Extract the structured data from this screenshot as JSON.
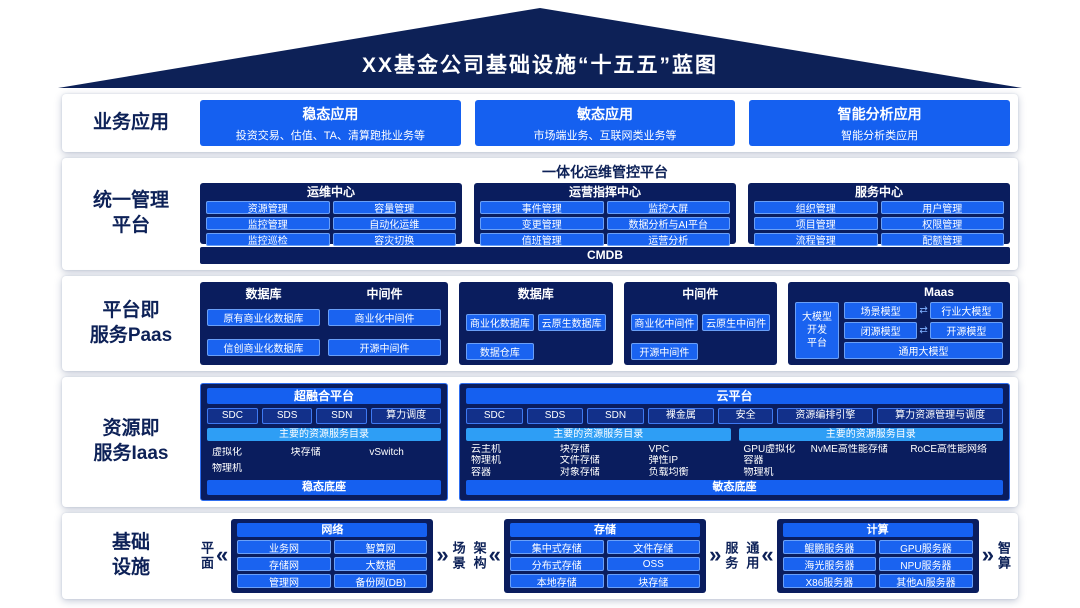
{
  "title": "XX基金公司基础设施“十五五”蓝图",
  "icons": {
    "swap_arrow": "⇄",
    "chevron_left": "«",
    "chevron_right": "»"
  },
  "colors": {
    "navy": "#0d2157",
    "panel_navy": "#0a1d5e",
    "blue": "#1560f0",
    "light_blue": "#2e9ef5"
  },
  "business": {
    "label": "业务应用",
    "apps": [
      {
        "title": "稳态应用",
        "subtitle": "投资交易、估值、TA、清算跑批业务等"
      },
      {
        "title": "敏态应用",
        "subtitle": "市场端业务、互联网类业务等"
      },
      {
        "title": "智能分析应用",
        "subtitle": "智能分析类应用"
      }
    ]
  },
  "management": {
    "label": "统一管理\n平台",
    "platform_title": "一体化运维管控平台",
    "cmdb": "CMDB",
    "centers": [
      {
        "title": "运维中心",
        "items": [
          "资源管理",
          "容量管理",
          "监控管理",
          "自动化运维",
          "监控巡检",
          "容灾切换"
        ]
      },
      {
        "title": "运营指挥中心",
        "items": [
          "事件管理",
          "监控大屏",
          "变更管理",
          "数据分析与AI平台",
          "值班管理",
          "运营分析"
        ]
      },
      {
        "title": "服务中心",
        "items": [
          "组织管理",
          "用户管理",
          "项目管理",
          "权限管理",
          "流程管理",
          "配额管理"
        ]
      }
    ]
  },
  "paas": {
    "label": "平台即\n服务Paas",
    "legacy": {
      "db_title": "数据库",
      "db_items": [
        "原有商业化数据库",
        "信创商业化数据库"
      ],
      "mw_title": "中间件",
      "mw_items": [
        "商业化中间件",
        "开源中间件"
      ]
    },
    "clouddb": {
      "title": "数据库",
      "top": [
        "商业化数据库",
        "云原生数据库"
      ],
      "bottom": "数据仓库"
    },
    "cloudmw": {
      "title": "中间件",
      "top": [
        "商业化中间件",
        "云原生中间件"
      ],
      "bottom": "开源中间件"
    },
    "maas": {
      "title": "Maas",
      "platform": "大模型\n开发\n平台",
      "pairs": [
        {
          "left": "场景模型",
          "right": "行业大模型"
        },
        {
          "left": "闭源模型",
          "right": "开源模型"
        }
      ],
      "general": "通用大模型"
    }
  },
  "iaas": {
    "label": "资源即\n服务Iaas",
    "hci": {
      "title": "超融合平台",
      "buttons": [
        "SDC",
        "SDS",
        "SDN",
        "算力调度"
      ],
      "catalog_title": "主要的资源服务目录",
      "items": [
        "虚拟化",
        "块存储",
        "vSwitch",
        "物理机"
      ],
      "base": "稳态底座"
    },
    "cloud": {
      "title": "云平台",
      "buttons": [
        "SDC",
        "SDS",
        "SDN",
        "裸金属",
        "安全",
        "资源编排引擎",
        "算力资源管理与调度"
      ],
      "catalog_title": "主要的资源服务目录",
      "left_items": [
        "云主机",
        "块存储",
        "VPC",
        "物理机",
        "文件存储",
        "弹性IP",
        "容器",
        "对象存储",
        "负载均衡"
      ],
      "right_items": [
        "GPU虚拟化",
        "NvME高性能存储",
        "RoCE高性能网络",
        "容器",
        "物理机"
      ],
      "base": "敏态底座"
    }
  },
  "infra": {
    "label": "基础\n设施",
    "groups": [
      {
        "left": "平面",
        "right": "场景",
        "title": "网络",
        "items": [
          "业务网",
          "智算网",
          "存储网",
          "大数据",
          "管理网",
          "备份网(DB)"
        ]
      },
      {
        "left": "架构",
        "right": "服务",
        "title": "存储",
        "items": [
          "集中式存储",
          "文件存储",
          "分布式存储",
          "OSS",
          "本地存储",
          "块存储"
        ]
      },
      {
        "left": "通用",
        "right": "智算",
        "title": "计算",
        "items": [
          "鲲鹏服务器",
          "GPU服务器",
          "海光服务器",
          "NPU服务器",
          "X86服务器",
          "其他AI服务器"
        ]
      }
    ]
  }
}
